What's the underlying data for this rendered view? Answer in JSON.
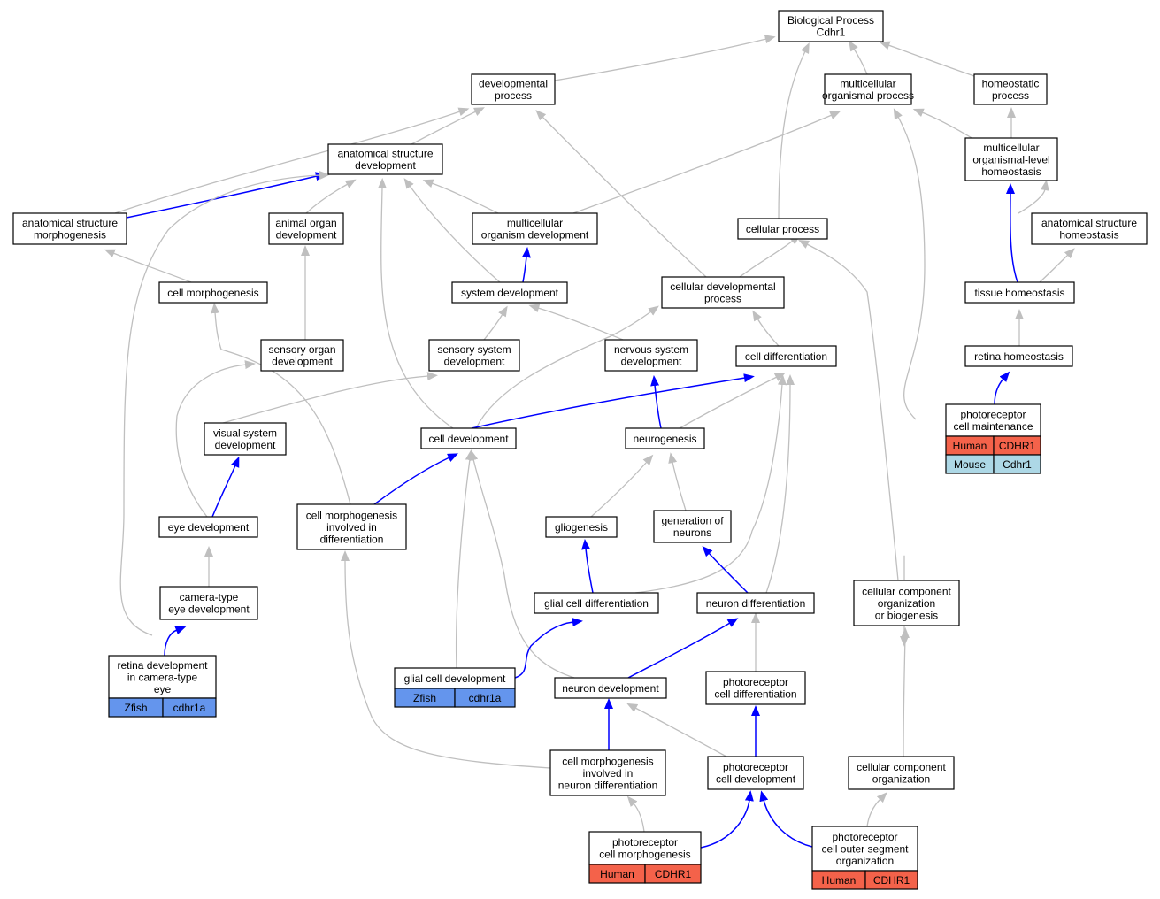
{
  "colors": {
    "gray_edge": "#bfbfbf",
    "blue_edge": "#0000ff",
    "human": "#f4624a",
    "mouse": "#add8e6",
    "zfish": "#6495ed"
  },
  "nodes": {
    "root": [
      "Biological Process",
      "Cdhr1"
    ],
    "devproc": [
      "developmental",
      "process"
    ],
    "multiproc": [
      "multicellular",
      "organismal process"
    ],
    "homeoproc": [
      "homeostatic",
      "process"
    ],
    "asd": [
      "anatomical structure",
      "development"
    ],
    "mlh": [
      "multicellular",
      "organismal-level",
      "homeostasis"
    ],
    "asm": [
      "anatomical structure",
      "morphogenesis"
    ],
    "aod": [
      "animal organ",
      "development"
    ],
    "mod": [
      "multicellular",
      "organism development"
    ],
    "cellproc": [
      "cellular process"
    ],
    "ash": [
      "anatomical structure",
      "homeostasis"
    ],
    "cellmorph": [
      "cell morphogenesis"
    ],
    "sysdev": [
      "system development"
    ],
    "celldevproc": [
      "cellular developmental",
      "process"
    ],
    "tissuehomeo": [
      "tissue homeostasis"
    ],
    "sensorgan": [
      "sensory organ",
      "development"
    ],
    "senssys": [
      "sensory system",
      "development"
    ],
    "nervsys": [
      "nervous system",
      "development"
    ],
    "celldiff": [
      "cell differentiation"
    ],
    "retinahomeo": [
      "retina homeostasis"
    ],
    "vissys": [
      "visual system",
      "development"
    ],
    "celldev": [
      "cell development"
    ],
    "neurogen": [
      "neurogenesis"
    ],
    "pcm": [
      "photoreceptor",
      "cell maintenance"
    ],
    "eyedev": [
      "eye development"
    ],
    "cmid": [
      "cell morphogenesis",
      "involved in",
      "differentiation"
    ],
    "gliogen": [
      "gliogenesis"
    ],
    "genneur": [
      "generation of",
      "neurons"
    ],
    "camera": [
      "camera-type",
      "eye development"
    ],
    "glialdiff": [
      "glial cell differentiation"
    ],
    "neurondiff": [
      "neuron differentiation"
    ],
    "ccob": [
      "cellular component",
      "organization",
      "or biogenesis"
    ],
    "retinadev": [
      "retina development",
      "in camera-type",
      "eye"
    ],
    "glialdev": [
      "glial cell development"
    ],
    "neurondev": [
      "neuron development"
    ],
    "prdiff": [
      "photoreceptor",
      "cell differentiation"
    ],
    "cmind": [
      "cell morphogenesis",
      "involved in",
      "neuron differentiation"
    ],
    "prdev": [
      "photoreceptor",
      "cell development"
    ],
    "cco": [
      "cellular component",
      "organization"
    ],
    "prmorph": [
      "photoreceptor",
      "cell morphogenesis"
    ],
    "prouter": [
      "photoreceptor",
      "cell outer segment",
      "organization"
    ]
  },
  "tables": {
    "pcm": [
      [
        "Human",
        "CDHR1"
      ],
      [
        "Mouse",
        "Cdhr1"
      ]
    ],
    "retinadev": [
      [
        "Zfish",
        "cdhr1a"
      ]
    ],
    "glialdev": [
      [
        "Zfish",
        "cdhr1a"
      ]
    ],
    "prmorph": [
      [
        "Human",
        "CDHR1"
      ]
    ],
    "prouter": [
      [
        "Human",
        "CDHR1"
      ]
    ]
  }
}
